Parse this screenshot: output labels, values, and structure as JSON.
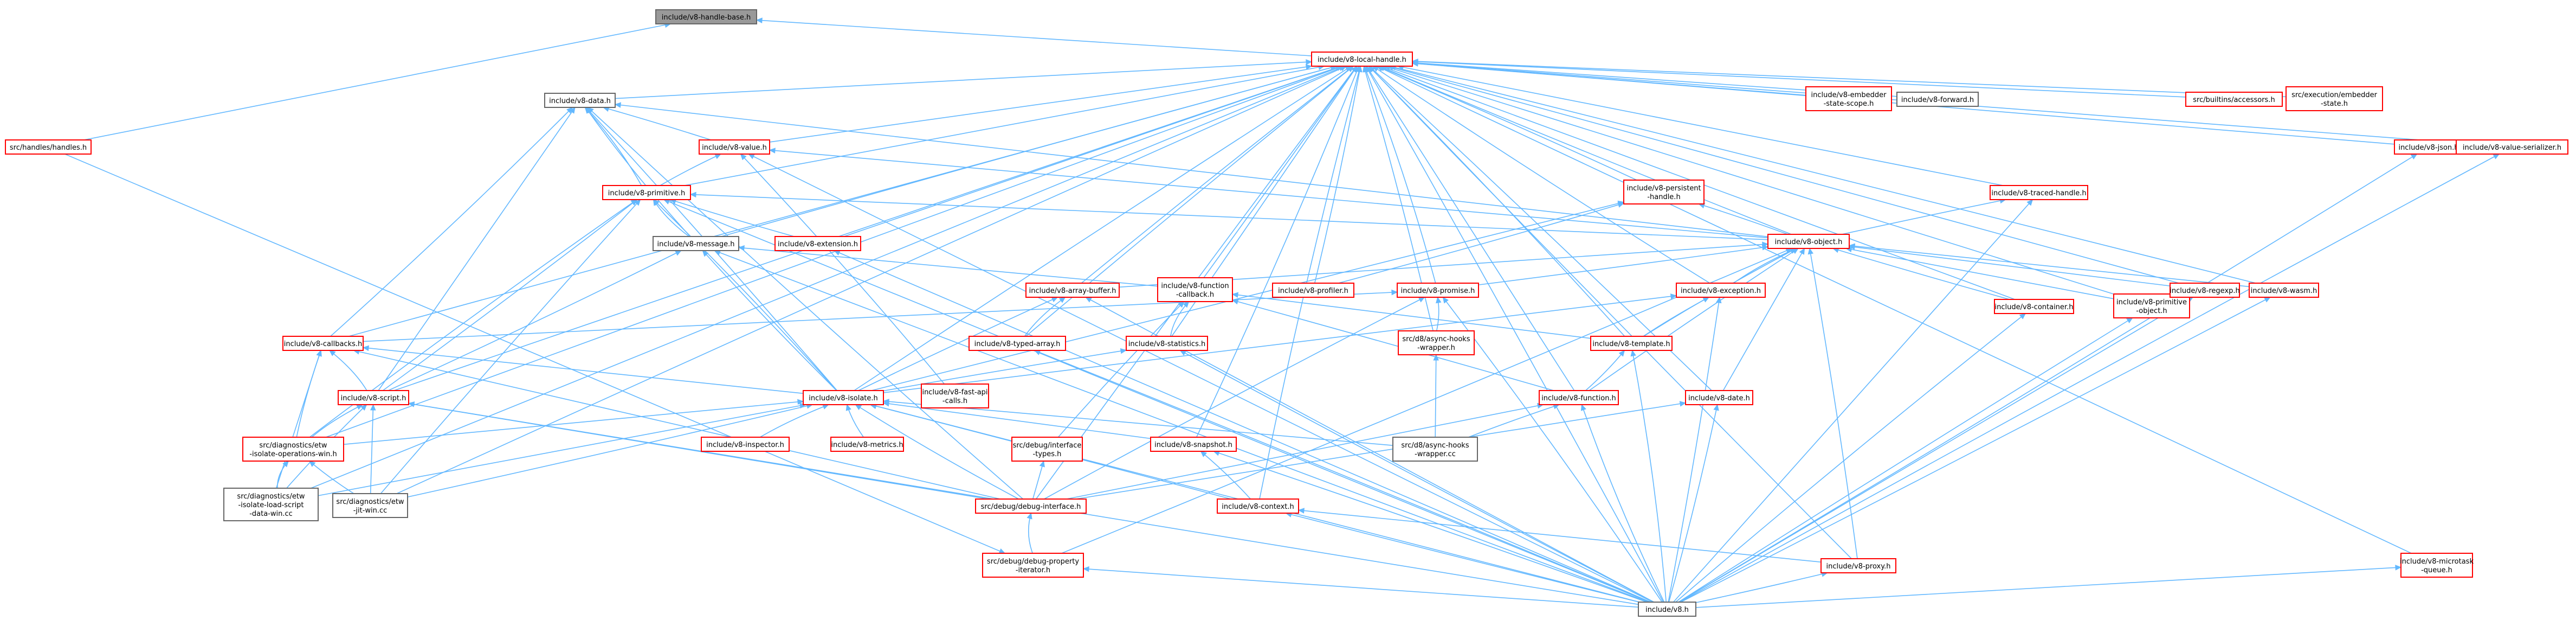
{
  "colors": {
    "edge": "#63b8ff",
    "root_fill": "#999999",
    "root_border": "#666666",
    "linked_border": "#ff0000",
    "plain_border": "#666666"
  },
  "nodes": [
    {
      "id": "handle_base",
      "lines": [
        "include/v8-handle-base.h"
      ],
      "kind": "root"
    },
    {
      "id": "local_handle",
      "lines": [
        "include/v8-local-handle.h"
      ],
      "kind": "linked"
    },
    {
      "id": "handles",
      "lines": [
        "src/handles/handles.h"
      ],
      "kind": "linked"
    },
    {
      "id": "data",
      "lines": [
        "include/v8-data.h"
      ],
      "kind": "plain"
    },
    {
      "id": "value",
      "lines": [
        "include/v8-value.h"
      ],
      "kind": "linked"
    },
    {
      "id": "primitive",
      "lines": [
        "include/v8-primitive.h"
      ],
      "kind": "linked"
    },
    {
      "id": "message",
      "lines": [
        "include/v8-message.h"
      ],
      "kind": "plain"
    },
    {
      "id": "extension",
      "lines": [
        "include/v8-extension.h"
      ],
      "kind": "linked"
    },
    {
      "id": "embedder_state",
      "lines": [
        "include/v8-embedder",
        "-state-scope.h"
      ],
      "kind": "linked"
    },
    {
      "id": "forward",
      "lines": [
        "include/v8-forward.h"
      ],
      "kind": "plain"
    },
    {
      "id": "persistent",
      "lines": [
        "include/v8-persistent",
        "-handle.h"
      ],
      "kind": "linked"
    },
    {
      "id": "builtins_acc",
      "lines": [
        "src/builtins/accessors.h"
      ],
      "kind": "linked"
    },
    {
      "id": "exec_embedder",
      "lines": [
        "src/execution/embedder",
        "-state.h"
      ],
      "kind": "linked"
    },
    {
      "id": "json",
      "lines": [
        "include/v8-json.h"
      ],
      "kind": "linked"
    },
    {
      "id": "value_serializer",
      "lines": [
        "include/v8-value-serializer.h"
      ],
      "kind": "linked"
    },
    {
      "id": "traced_handle",
      "lines": [
        "include/v8-traced-handle.h"
      ],
      "kind": "linked"
    },
    {
      "id": "object",
      "lines": [
        "include/v8-object.h"
      ],
      "kind": "linked"
    },
    {
      "id": "array_buffer",
      "lines": [
        "include/v8-array-buffer.h"
      ],
      "kind": "linked"
    },
    {
      "id": "function_callback",
      "lines": [
        "include/v8-function",
        "-callback.h"
      ],
      "kind": "linked"
    },
    {
      "id": "profiler",
      "lines": [
        "include/v8-profiler.h"
      ],
      "kind": "linked"
    },
    {
      "id": "promise",
      "lines": [
        "include/v8-promise.h"
      ],
      "kind": "linked"
    },
    {
      "id": "exception",
      "lines": [
        "include/v8-exception.h"
      ],
      "kind": "linked"
    },
    {
      "id": "container",
      "lines": [
        "include/v8-container.h"
      ],
      "kind": "linked"
    },
    {
      "id": "primitive_object",
      "lines": [
        "include/v8-primitive",
        "-object.h"
      ],
      "kind": "linked"
    },
    {
      "id": "regexp",
      "lines": [
        "include/v8-regexp.h"
      ],
      "kind": "linked"
    },
    {
      "id": "wasm",
      "lines": [
        "include/v8-wasm.h"
      ],
      "kind": "linked"
    },
    {
      "id": "callbacks",
      "lines": [
        "include/v8-callbacks.h"
      ],
      "kind": "linked"
    },
    {
      "id": "typed_array",
      "lines": [
        "include/v8-typed-array.h"
      ],
      "kind": "linked"
    },
    {
      "id": "statistics",
      "lines": [
        "include/v8-statistics.h"
      ],
      "kind": "linked"
    },
    {
      "id": "async_hooks_h",
      "lines": [
        "src/d8/async-hooks",
        "-wrapper.h"
      ],
      "kind": "linked"
    },
    {
      "id": "template",
      "lines": [
        "include/v8-template.h"
      ],
      "kind": "linked"
    },
    {
      "id": "script",
      "lines": [
        "include/v8-script.h"
      ],
      "kind": "linked"
    },
    {
      "id": "fast_api",
      "lines": [
        "include/v8-fast-api",
        "-calls.h"
      ],
      "kind": "linked"
    },
    {
      "id": "isolate",
      "lines": [
        "include/v8-isolate.h"
      ],
      "kind": "linked"
    },
    {
      "id": "function",
      "lines": [
        "include/v8-function.h"
      ],
      "kind": "linked"
    },
    {
      "id": "date",
      "lines": [
        "include/v8-date.h"
      ],
      "kind": "linked"
    },
    {
      "id": "etw_isolate",
      "lines": [
        "src/diagnostics/etw",
        "-isolate-operations-win.h"
      ],
      "kind": "linked"
    },
    {
      "id": "inspector",
      "lines": [
        "include/v8-inspector.h"
      ],
      "kind": "linked"
    },
    {
      "id": "metrics",
      "lines": [
        "include/v8-metrics.h"
      ],
      "kind": "linked"
    },
    {
      "id": "debug_iface_types",
      "lines": [
        "src/debug/interface",
        "-types.h"
      ],
      "kind": "linked"
    },
    {
      "id": "snapshot",
      "lines": [
        "include/v8-snapshot.h"
      ],
      "kind": "linked"
    },
    {
      "id": "async_hooks_cc",
      "lines": [
        "src/d8/async-hooks",
        "-wrapper.cc"
      ],
      "kind": "plain"
    },
    {
      "id": "etw_load",
      "lines": [
        "src/diagnostics/etw",
        "-isolate-load-script",
        "-data-win.cc"
      ],
      "kind": "plain"
    },
    {
      "id": "etw_jit",
      "lines": [
        "src/diagnostics/etw",
        "-jit-win.cc"
      ],
      "kind": "plain"
    },
    {
      "id": "debug_iface",
      "lines": [
        "src/debug/debug-interface.h"
      ],
      "kind": "linked"
    },
    {
      "id": "context",
      "lines": [
        "include/v8-context.h"
      ],
      "kind": "linked"
    },
    {
      "id": "debug_prop_iter",
      "lines": [
        "src/debug/debug-property",
        "-iterator.h"
      ],
      "kind": "linked"
    },
    {
      "id": "proxy",
      "lines": [
        "include/v8-proxy.h"
      ],
      "kind": "linked"
    },
    {
      "id": "microtask",
      "lines": [
        "include/v8-microtask",
        "-queue.h"
      ],
      "kind": "linked"
    },
    {
      "id": "v8h",
      "lines": [
        "include/v8.h"
      ],
      "kind": "plain"
    }
  ]
}
